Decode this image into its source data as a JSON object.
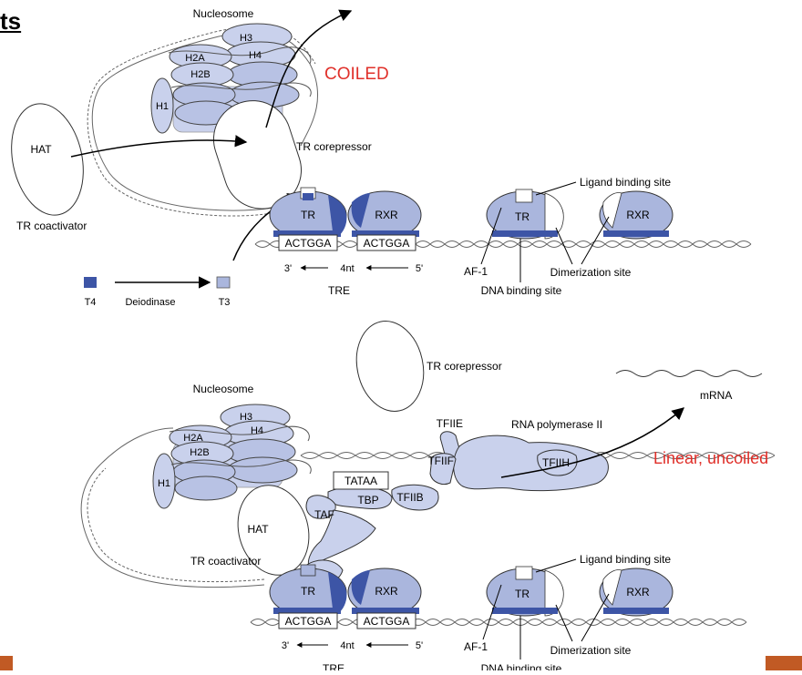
{
  "corner_title": "ts",
  "colors": {
    "dark_blue": "#3d55a6",
    "light_blue": "#aab6dd",
    "pale_blue": "#c9d1ec",
    "red_text": "#e0302a",
    "corner_bar": "#c15a24"
  },
  "top_panel": {
    "nucleosome_label": "Nucleosome",
    "histones": {
      "h3": "H3",
      "h4": "H4",
      "h2a": "H2A",
      "h2b": "H2B",
      "h1": "H1"
    },
    "state_label": "COILED",
    "hat_label": "HAT",
    "coactivator_label": "TR coactivator",
    "corepressor_label": "TR corepressor",
    "tr_label": "TR",
    "rxr_label": "RXR",
    "tr_right_label": "TR",
    "rxr_right_label": "RXR",
    "box_left": "ACTGGA",
    "box_right": "ACTGGA",
    "three_prime": "3'",
    "spacing": "4nt",
    "five_prime": "5'",
    "tre_label": "TRE",
    "t4_label": "T4",
    "deiodinase_label": "Deiodinase",
    "t3_label": "T3",
    "ligand_site": "Ligand binding site",
    "af1": "AF-1",
    "dimerization_site": "Dimerization site",
    "dna_site": "DNA binding site"
  },
  "bottom_panel": {
    "nucleosome_label": "Nucleosome",
    "histones": {
      "h3": "H3",
      "h4": "H4",
      "h2a": "H2A",
      "h2b": "H2B",
      "h1": "H1"
    },
    "corepressor_label": "TR corepressor",
    "mrna_label": "mRNA",
    "polymerase_label": "RNA polymerase II",
    "state_label": "Linear, uncoiled",
    "tfiie": "TFIIE",
    "tfiif": "TFIIF",
    "tfiih": "TFIIH",
    "tfiib": "TFIIB",
    "tataa": "TATAA",
    "tbp": "TBP",
    "taf": "TAF",
    "hat_label": "HAT",
    "coactivator_label": "TR coactivator",
    "tr_label": "TR",
    "rxr_label": "RXR",
    "tr_right_label": "TR",
    "rxr_right_label": "RXR",
    "box_left": "ACTGGA",
    "box_right": "ACTGGA",
    "three_prime": "3'",
    "spacing": "4nt",
    "five_prime": "5'",
    "tre_label": "TRE",
    "ligand_site": "Ligand binding site",
    "af1": "AF-1",
    "dimerization_site": "Dimerization site",
    "dna_site": "DNA binding site"
  }
}
